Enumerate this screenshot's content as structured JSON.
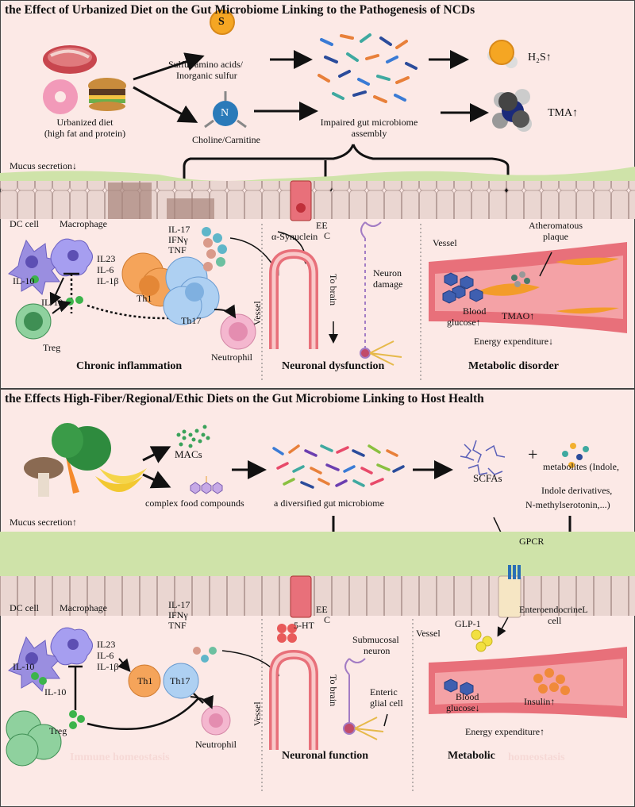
{
  "colors": {
    "background": "#fce9e6",
    "mucus": "#cfe3a9",
    "epithelium": "#e9d3cf",
    "vessel": "#e8707a",
    "accent_arrow": "#111111"
  },
  "top": {
    "title": "the Effect of Urbanized Diet on the Gut Microbiome Linking to the Pathogenesis of NCDs",
    "diet_label": [
      "Urbanized diet",
      "(high fat and protein)"
    ],
    "sulfur_label": [
      "Sulfur amino acids/",
      "Inorganic sulfur"
    ],
    "choline_label": "Choline/Carnitine",
    "microbiome_label": [
      "Impaired gut microbiome",
      "assembly"
    ],
    "h2s_label": "H₂S↑",
    "tma_label": "TMA↑",
    "mucus_label": "Mucus secretion↓",
    "dc_cell": "DC cell",
    "macrophage": "Macrophage",
    "cytokines_top": [
      "IL-17",
      "IFNγ",
      "TNF"
    ],
    "cytokines_mid": [
      "IL23",
      "IL-6",
      "IL-1β"
    ],
    "il10_a": "IL-10",
    "il10_b": "IL-10",
    "treg": "Treg",
    "th1": "Th1",
    "th17": "Th17",
    "neutrophil": "Neutrophil",
    "synuclein": "α-Synuclein",
    "ee_c": [
      "EE",
      "C"
    ],
    "neuron_damage": [
      "Neuron",
      "damage"
    ],
    "vessel_label": "Vessel",
    "to_brain": "To brain",
    "vessel_right": "Vessel",
    "plaque_label": [
      "Atheromatous",
      "plaque"
    ],
    "blood_glucose": [
      "Blood",
      "glucose↑"
    ],
    "tmao": "TMAO↑",
    "energy": "Energy expenditure↓",
    "section_inflammation": "Chronic inflammation",
    "section_neuronal": "Neuronal dysfunction",
    "section_metabolic": "Metabolic disorder",
    "icon_s": "S",
    "icon_n": "N"
  },
  "bottom": {
    "title": "the Effects High-Fiber/Regional/Ethic Diets on the Gut Microbiome Linking to Host  Health",
    "macs": "MACs",
    "complex_food": "complex food compounds",
    "microbiome_label": "a diversified gut microbiome",
    "scfas": "SCFAs",
    "plus": "+",
    "metabolites": [
      "metabolites (Indole,",
      "Indole derivatives,",
      "N-methylserotonin,...)"
    ],
    "mucus_label": "Mucus secretion↑",
    "gpcr": "GPCR",
    "dc_cell": "DC cell",
    "macrophage": "Macrophage",
    "cytokines_top": [
      "IL-17",
      "IFNγ",
      "TNF"
    ],
    "cytokines_mid": [
      "IL23",
      "IL-6",
      "IL-1β"
    ],
    "il10_a": "IL-10",
    "il10_b": "IL-10",
    "treg": "Treg",
    "th1": "Th1",
    "th17": "Th17",
    "neutrophil": "Neutrophil",
    "ht5": "5-HT",
    "ee_c": [
      "EE",
      "C"
    ],
    "submucosal": [
      "Submucosal",
      "neuron"
    ],
    "enteric": [
      "Enteric",
      "glial cell"
    ],
    "vessel_label": "Vessel",
    "to_brain": "To brain",
    "vessel_right": "Vessel",
    "glp1": "GLP-1",
    "enteroendocrine": [
      "EnteroendocrineL",
      "cell"
    ],
    "blood_glucose": [
      "Blood",
      "glucose↓"
    ],
    "insulin": "Insulin↑",
    "energy": "Energy expenditure↑",
    "section_immune": "Immune homeostasis",
    "section_neuronal": "Neuronal function",
    "section_metabolic_a": "Metabolic",
    "section_metabolic_b": "homeostasis"
  }
}
